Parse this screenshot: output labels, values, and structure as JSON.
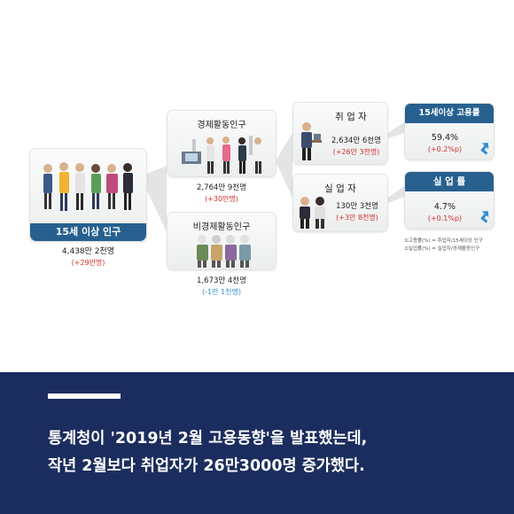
{
  "nodes": {
    "pop15": {
      "label": "15세 이상 인구",
      "value": "4,438만 2천명",
      "delta": "(+29만명)"
    },
    "econ_active": {
      "label": "경제활동인구",
      "value": "2,764만 9천명",
      "delta": "(+30만명)"
    },
    "econ_inactive": {
      "label": "비경제활동인구",
      "value": "1,673만 4천명",
      "delta": "(-1만 1천명)"
    },
    "employed": {
      "label": "취 업 자",
      "value": "2,634만 6천명",
      "delta": "(+26만 3천명)"
    },
    "unemployed": {
      "label": "실 업 자",
      "value": "130만 3천명",
      "delta": "(+3만 8천명)"
    },
    "employment_rate": {
      "label": "15세이상 고용률",
      "value": "59.4%",
      "delta": "(+0.2%p)"
    },
    "unemployment_rate": {
      "label": "실 업 률",
      "value": "4.7%",
      "delta": "(+0.1%p)"
    }
  },
  "notes": {
    "note1": "①고용률(%) = 취업자/15세이상 인구",
    "note2": "②실업률(%) = 실업자/경제활동인구"
  },
  "caption": {
    "line1": "통계청이 '2019년 2월 고용동향'을 발표했는데,",
    "line2": "작년 2월보다 취업자가 26만3000명 증가했다."
  },
  "colors": {
    "pill": "#27608f",
    "increase": "#d0312d",
    "decrease": "#2f8fcf",
    "caption_bg": "#1b2d5e",
    "trend_arrow": "#2f8fcf"
  },
  "icons": {
    "pop15": "group-of-people-icon",
    "econ_active": "office-workers-icon",
    "econ_inactive": "elderly-people-icon",
    "employed": "office-worker-at-desk-icon",
    "unemployed": "job-seekers-icon",
    "employment_rate": "trend-up-arrow-icon",
    "unemployment_rate": "trend-up-arrow-icon"
  }
}
